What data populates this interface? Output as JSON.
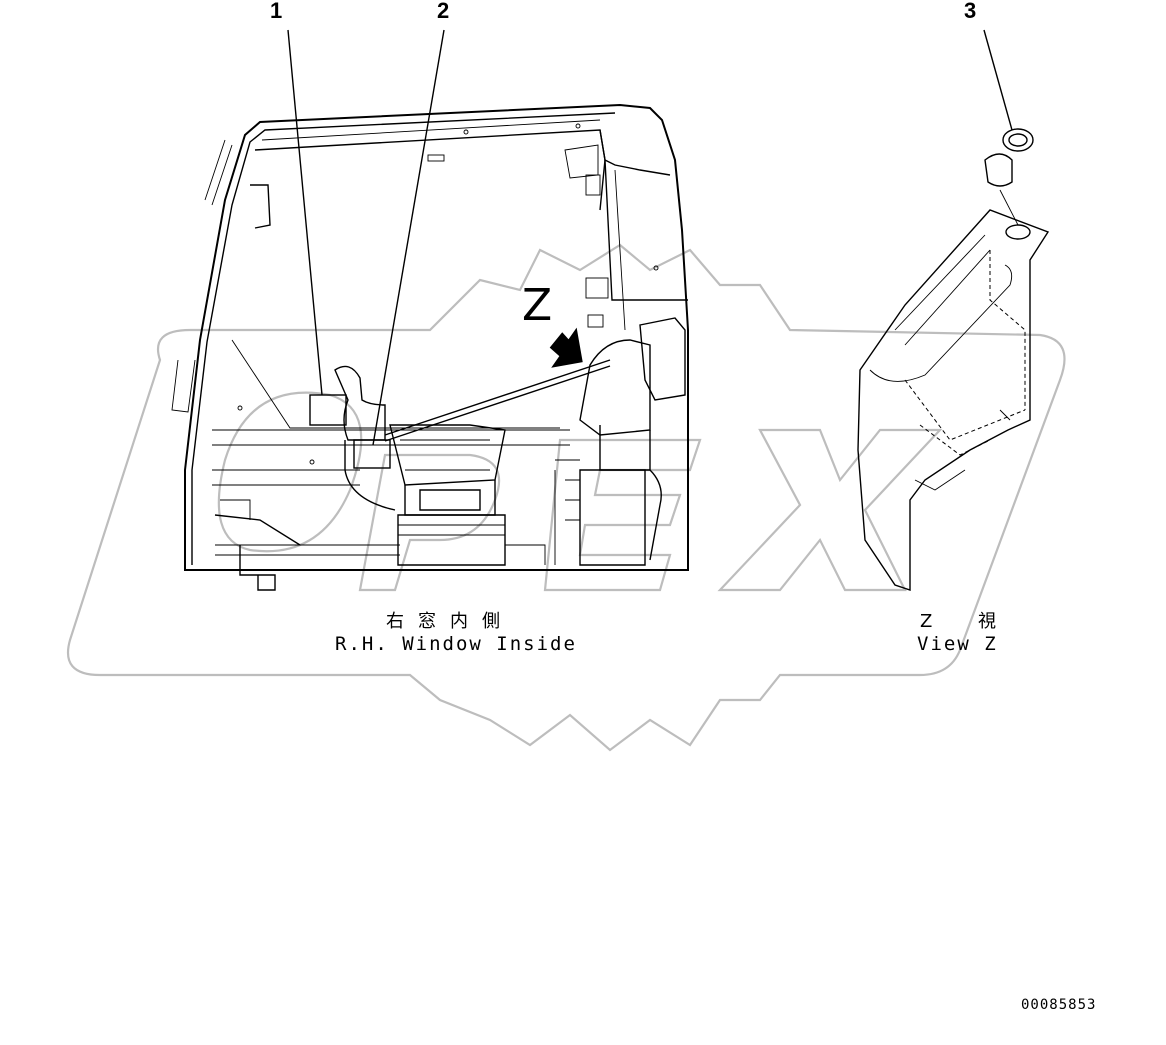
{
  "callouts": {
    "c1": "1",
    "c2": "2",
    "c3": "3"
  },
  "view_marker": "Z",
  "captions": {
    "rh_window_jp": "右窓内側",
    "rh_window_en": "R.H. Window Inside",
    "view_z_jp": "Z 視",
    "view_z_en": "View Z"
  },
  "document_number": "00085853",
  "watermark_text": "OPEX",
  "colors": {
    "line": "#000000",
    "watermark": "#bdbdbd",
    "background": "#ffffff"
  }
}
